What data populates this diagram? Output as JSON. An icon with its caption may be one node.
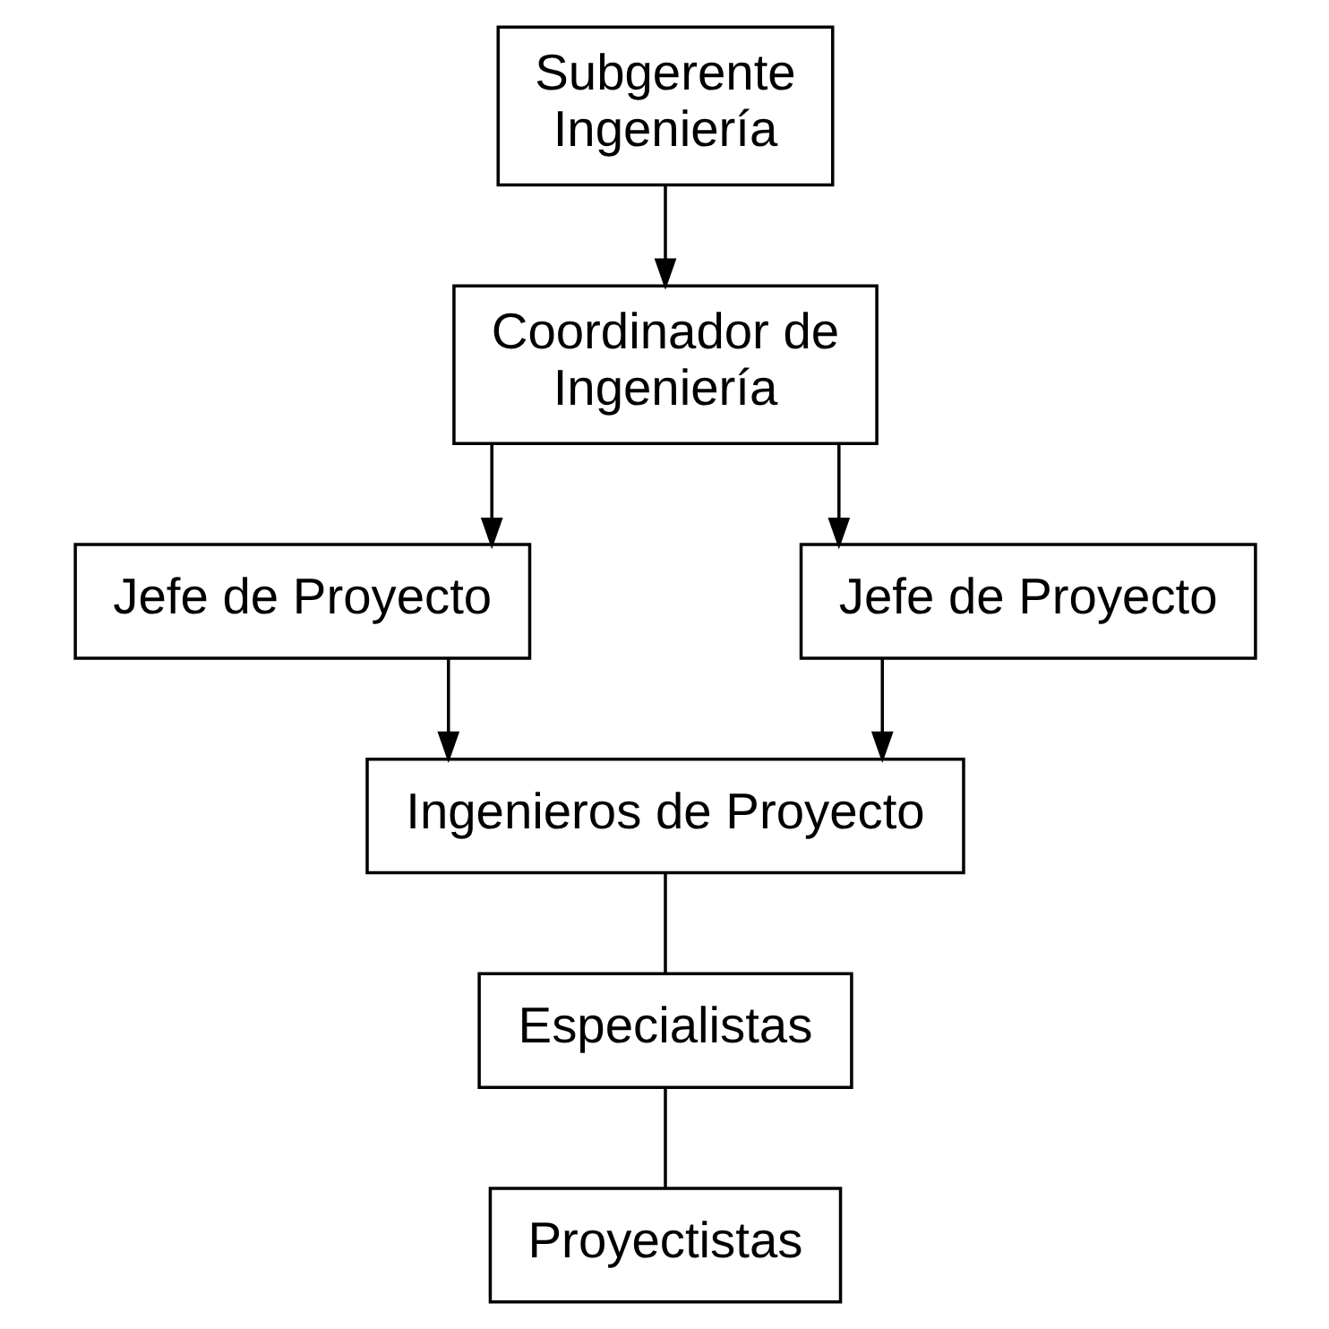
{
  "diagram": {
    "nodes": [
      {
        "text": [
          "Subgerente Ingeniería"
        ]
      },
      {
        "text": [
          "Coordinador de Ingeniería"
        ]
      },
      {
        "text": [
          "Jefe de Proyecto"
        ]
      },
      {
        "text": [
          "Jefe de Proyecto"
        ]
      },
      {
        "text": [
          "Ingenieros de Proyecto"
        ]
      },
      {
        "text": [
          "Especialistas"
        ]
      },
      {
        "text": [
          "Proyectistas"
        ]
      }
    ],
    "edges": [
      {
        "from": 0,
        "to": 1,
        "arrow": "to"
      },
      {
        "from": 1,
        "to": 2,
        "arrow": "to"
      },
      {
        "from": 1,
        "to": 3,
        "arrow": "to"
      },
      {
        "from": 2,
        "to": 4,
        "arrow": "to"
      },
      {
        "from": 3,
        "to": 4,
        "arrow": "to"
      },
      {
        "from": 4,
        "to": 5,
        "arrow": "none"
      },
      {
        "from": 5,
        "to": 6,
        "arrow": "none"
      }
    ]
  }
}
